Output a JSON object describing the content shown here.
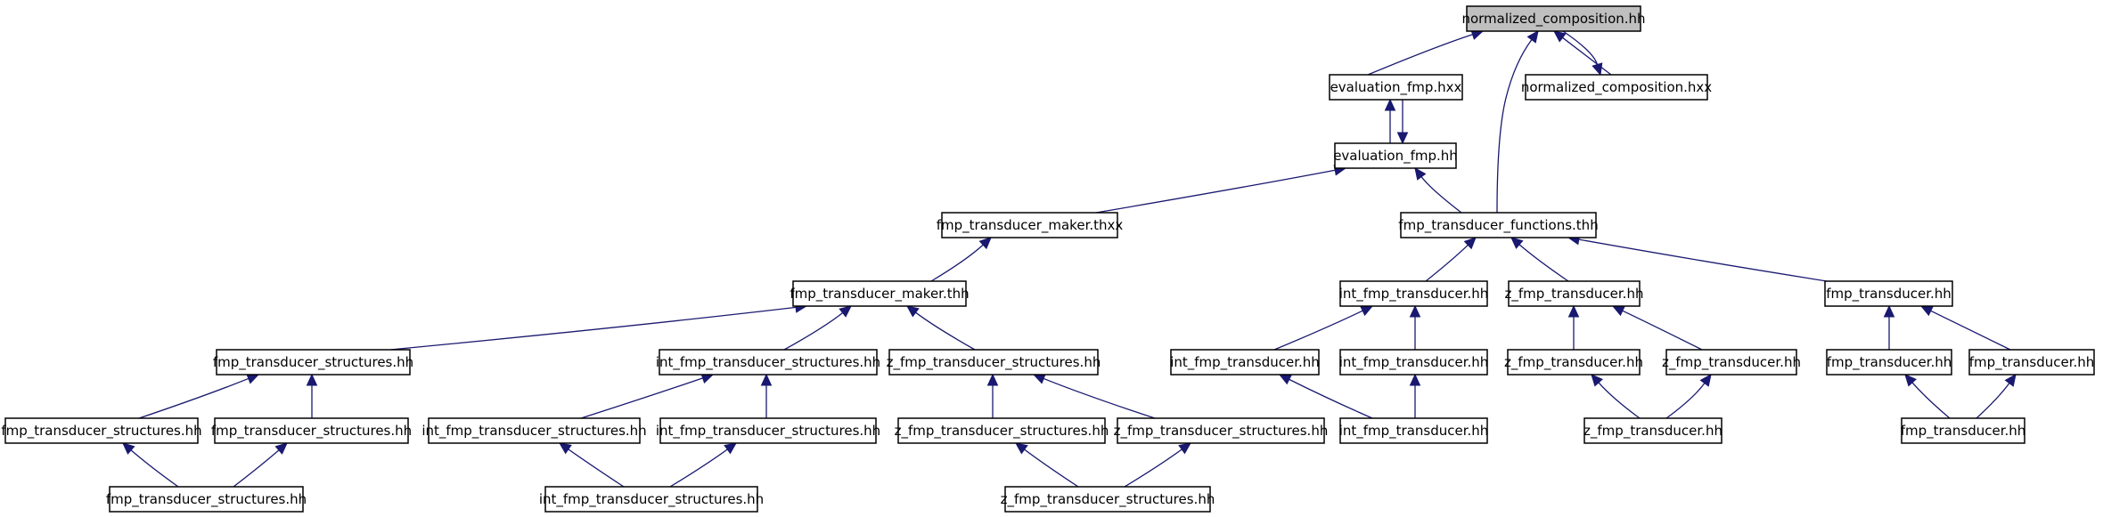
{
  "diagram": {
    "root_fill": "#bfbfbf",
    "edge_color": "#191970",
    "nodes": [
      {
        "id": "n0",
        "label": "normalized_composition.hh",
        "root": true
      },
      {
        "id": "n1",
        "label": "evaluation_fmp.hxx"
      },
      {
        "id": "n2",
        "label": "normalized_composition.hxx"
      },
      {
        "id": "n3",
        "label": "evaluation_fmp.hh"
      },
      {
        "id": "n4",
        "label": "fmp_transducer_maker.thxx"
      },
      {
        "id": "n5",
        "label": "fmp_transducer_functions.thh"
      },
      {
        "id": "n6",
        "label": "fmp_transducer_maker.thh"
      },
      {
        "id": "n7",
        "label": "int_fmp_transducer.hh"
      },
      {
        "id": "n8",
        "label": "z_fmp_transducer.hh"
      },
      {
        "id": "n9",
        "label": "fmp_transducer.hh"
      },
      {
        "id": "n10",
        "label": "fmp_transducer_structures.hh"
      },
      {
        "id": "n11",
        "label": "int_fmp_transducer_structures.hh"
      },
      {
        "id": "n12",
        "label": "z_fmp_transducer_structures.hh"
      },
      {
        "id": "n13",
        "label": "int_fmp_transducer.hh"
      },
      {
        "id": "n14",
        "label": "int_fmp_transducer.hh"
      },
      {
        "id": "n15",
        "label": "z_fmp_transducer.hh"
      },
      {
        "id": "n16",
        "label": "z_fmp_transducer.hh"
      },
      {
        "id": "n17",
        "label": "fmp_transducer.hh"
      },
      {
        "id": "n18",
        "label": "fmp_transducer.hh"
      },
      {
        "id": "n19",
        "label": "fmp_transducer_structures.hh"
      },
      {
        "id": "n20",
        "label": "fmp_transducer_structures.hh"
      },
      {
        "id": "n21",
        "label": "int_fmp_transducer_structures.hh"
      },
      {
        "id": "n22",
        "label": "int_fmp_transducer_structures.hh"
      },
      {
        "id": "n23",
        "label": "z_fmp_transducer_structures.hh"
      },
      {
        "id": "n24",
        "label": "z_fmp_transducer_structures.hh"
      },
      {
        "id": "n25",
        "label": "int_fmp_transducer.hh"
      },
      {
        "id": "n26",
        "label": "z_fmp_transducer.hh"
      },
      {
        "id": "n27",
        "label": "fmp_transducer.hh"
      },
      {
        "id": "n28",
        "label": "fmp_transducer_structures.hh"
      },
      {
        "id": "n29",
        "label": "int_fmp_transducer_structures.hh"
      },
      {
        "id": "n30",
        "label": "z_fmp_transducer_structures.hh"
      }
    ],
    "edges": [
      {
        "from": "n1",
        "to": "n0"
      },
      {
        "from": "n2",
        "to": "n0"
      },
      {
        "from": "n0",
        "to": "n2"
      },
      {
        "from": "n5",
        "to": "n0"
      },
      {
        "from": "n3",
        "to": "n1"
      },
      {
        "from": "n1",
        "to": "n3"
      },
      {
        "from": "n4",
        "to": "n3"
      },
      {
        "from": "n5",
        "to": "n3"
      },
      {
        "from": "n6",
        "to": "n4"
      },
      {
        "from": "n7",
        "to": "n5"
      },
      {
        "from": "n8",
        "to": "n5"
      },
      {
        "from": "n9",
        "to": "n5"
      },
      {
        "from": "n10",
        "to": "n6"
      },
      {
        "from": "n11",
        "to": "n6"
      },
      {
        "from": "n12",
        "to": "n6"
      },
      {
        "from": "n13",
        "to": "n7"
      },
      {
        "from": "n14",
        "to": "n7"
      },
      {
        "from": "n15",
        "to": "n8"
      },
      {
        "from": "n16",
        "to": "n8"
      },
      {
        "from": "n17",
        "to": "n9"
      },
      {
        "from": "n18",
        "to": "n9"
      },
      {
        "from": "n19",
        "to": "n10"
      },
      {
        "from": "n20",
        "to": "n10"
      },
      {
        "from": "n21",
        "to": "n11"
      },
      {
        "from": "n22",
        "to": "n11"
      },
      {
        "from": "n23",
        "to": "n12"
      },
      {
        "from": "n24",
        "to": "n12"
      },
      {
        "from": "n25",
        "to": "n13"
      },
      {
        "from": "n25",
        "to": "n14"
      },
      {
        "from": "n26",
        "to": "n15"
      },
      {
        "from": "n26",
        "to": "n16"
      },
      {
        "from": "n27",
        "to": "n17"
      },
      {
        "from": "n27",
        "to": "n18"
      },
      {
        "from": "n28",
        "to": "n19"
      },
      {
        "from": "n28",
        "to": "n20"
      },
      {
        "from": "n29",
        "to": "n21"
      },
      {
        "from": "n29",
        "to": "n22"
      },
      {
        "from": "n30",
        "to": "n23"
      },
      {
        "from": "n30",
        "to": "n24"
      }
    ]
  }
}
